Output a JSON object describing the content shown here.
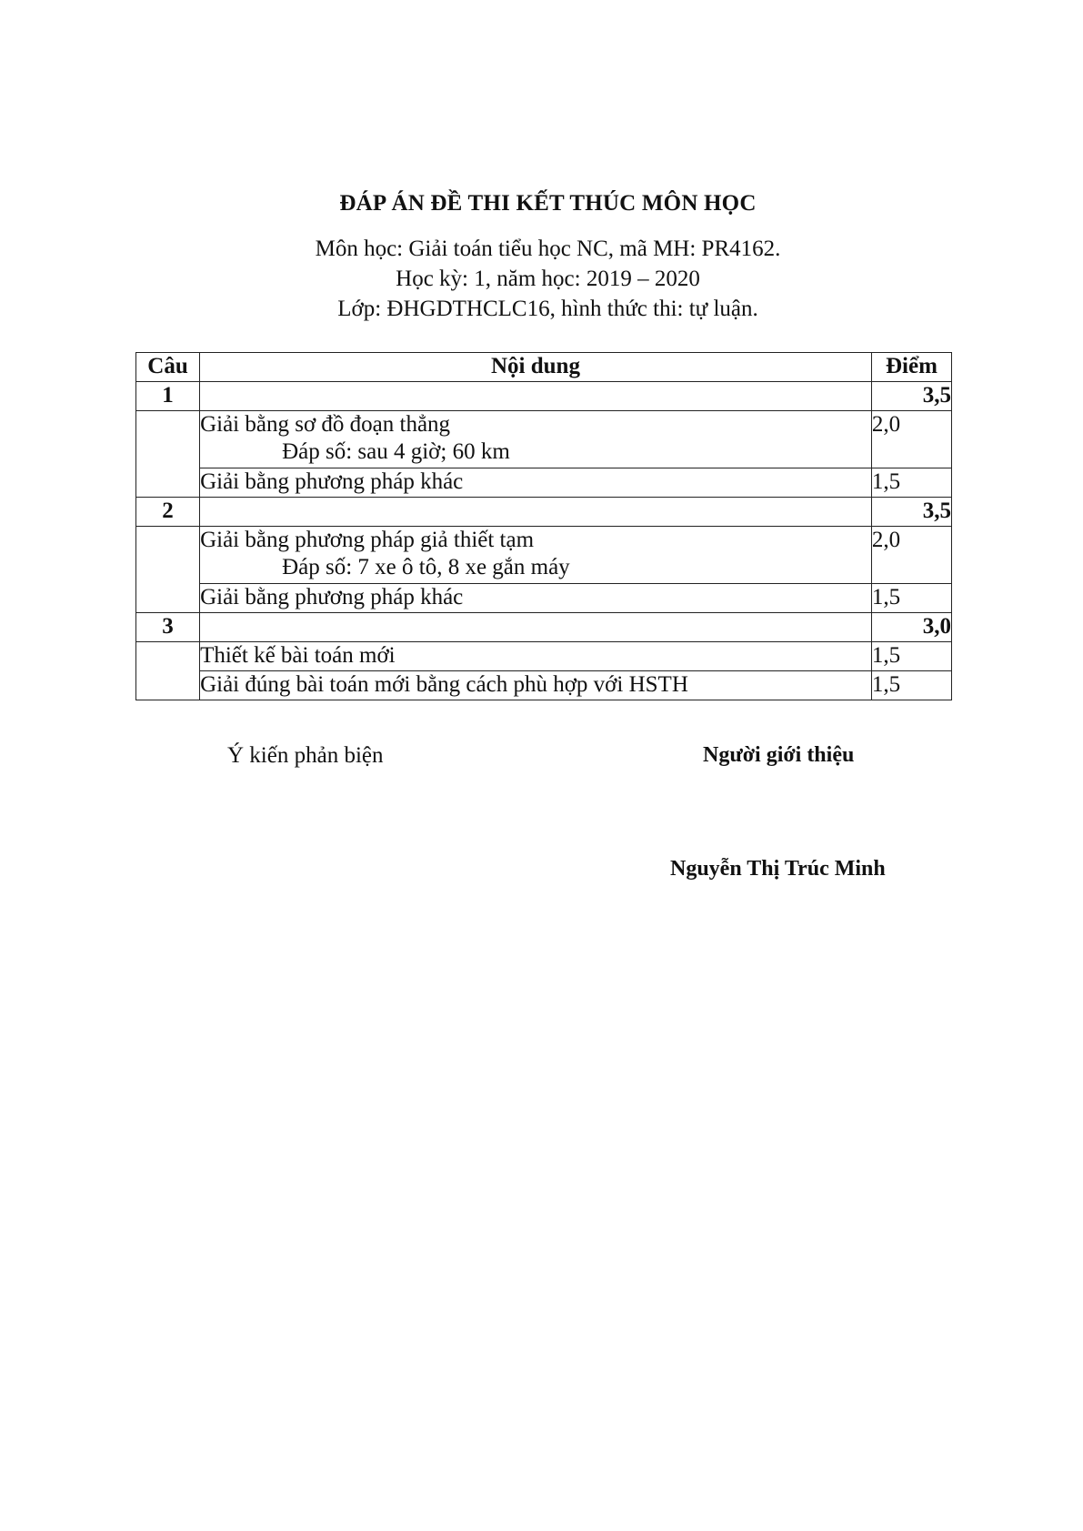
{
  "header": {
    "title": "ĐÁP ÁN ĐỀ THI KẾT THÚC MÔN HỌC",
    "line1": "Môn học: Giải toán tiểu học NC, mã MH: PR4162.",
    "line2": "Học kỳ: 1, năm học: 2019 – 2020",
    "line3": "Lớp: ĐHGDTHCLC16, hình thức thi: tự luận."
  },
  "table": {
    "headers": {
      "cau": "Câu",
      "noi_dung": "Nội dung",
      "diem": "Điểm"
    },
    "questions": [
      {
        "number": "1",
        "total": "3,5",
        "parts": [
          {
            "text": "Giải bằng sơ đồ đoạn thẳng",
            "answer": "Đáp số: sau 4 giờ; 60 km",
            "score": "2,0"
          },
          {
            "text": "Giải bằng phương pháp khác",
            "answer": "",
            "score": "1,5"
          }
        ]
      },
      {
        "number": "2",
        "total": "3,5",
        "parts": [
          {
            "text": "Giải bằng phương pháp giả thiết tạm",
            "answer": "Đáp số: 7 xe ô tô, 8 xe gắn máy",
            "score": "2,0"
          },
          {
            "text": "Giải bằng phương pháp khác",
            "answer": "",
            "score": "1,5"
          }
        ]
      },
      {
        "number": "3",
        "total": "3,0",
        "parts": [
          {
            "text": "Thiết kế bài toán mới",
            "answer": "",
            "score": "1,5"
          },
          {
            "text": "Giải đúng bài toán mới bằng cách phù hợp với HSTH",
            "answer": "",
            "score": "1,5"
          }
        ]
      }
    ]
  },
  "signatures": {
    "left_label": "Ý kiến phản biện",
    "right_label": "Người giới thiệu",
    "right_name": "Nguyễn Thị Trúc Minh"
  }
}
